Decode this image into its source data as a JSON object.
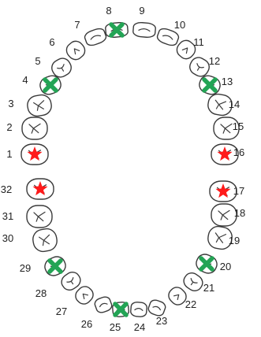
{
  "colors": {
    "missing_marker": "#23a455",
    "star_marker": "#ff1a1a",
    "outline": "#3a3a3a",
    "background": "#ffffff"
  },
  "teeth": [
    {
      "number": "1",
      "kind": "molar",
      "marker": "star"
    },
    {
      "number": "2",
      "kind": "molar",
      "marker": null
    },
    {
      "number": "3",
      "kind": "molar",
      "marker": null
    },
    {
      "number": "4",
      "kind": "premolar",
      "marker": "x"
    },
    {
      "number": "5",
      "kind": "premolar",
      "marker": null
    },
    {
      "number": "6",
      "kind": "canine",
      "marker": null
    },
    {
      "number": "7",
      "kind": "incisor",
      "marker": null
    },
    {
      "number": "8",
      "kind": "incisor",
      "marker": "x"
    },
    {
      "number": "9",
      "kind": "incisor",
      "marker": null
    },
    {
      "number": "10",
      "kind": "incisor",
      "marker": null
    },
    {
      "number": "11",
      "kind": "canine",
      "marker": null
    },
    {
      "number": "12",
      "kind": "premolar",
      "marker": null
    },
    {
      "number": "13",
      "kind": "premolar",
      "marker": "x"
    },
    {
      "number": "14",
      "kind": "molar",
      "marker": null
    },
    {
      "number": "15",
      "kind": "molar",
      "marker": null
    },
    {
      "number": "16",
      "kind": "molar",
      "marker": "star"
    },
    {
      "number": "17",
      "kind": "molar",
      "marker": "star"
    },
    {
      "number": "18",
      "kind": "molar",
      "marker": null
    },
    {
      "number": "19",
      "kind": "molar",
      "marker": null
    },
    {
      "number": "20",
      "kind": "premolar",
      "marker": "x"
    },
    {
      "number": "21",
      "kind": "premolar",
      "marker": null
    },
    {
      "number": "22",
      "kind": "canine",
      "marker": null
    },
    {
      "number": "23",
      "kind": "incisor",
      "marker": null
    },
    {
      "number": "24",
      "kind": "incisor",
      "marker": null
    },
    {
      "number": "25",
      "kind": "incisor",
      "marker": "x"
    },
    {
      "number": "26",
      "kind": "incisor",
      "marker": null
    },
    {
      "number": "27",
      "kind": "canine",
      "marker": null
    },
    {
      "number": "28",
      "kind": "premolar",
      "marker": null
    },
    {
      "number": "29",
      "kind": "premolar",
      "marker": "x"
    },
    {
      "number": "30",
      "kind": "molar",
      "marker": null
    },
    {
      "number": "31",
      "kind": "molar",
      "marker": null
    },
    {
      "number": "32",
      "kind": "molar",
      "marker": "star"
    }
  ]
}
